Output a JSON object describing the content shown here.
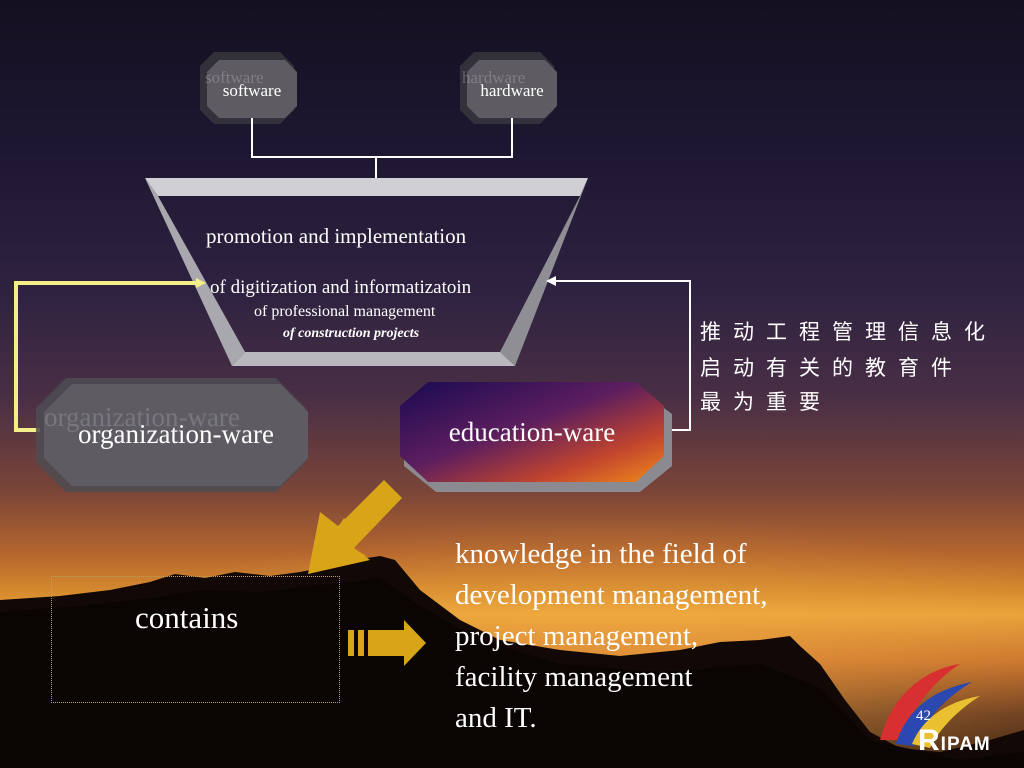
{
  "diagram": {
    "top_boxes": {
      "software_label": "software",
      "hardware_label": "hardware",
      "software_ghost": "software",
      "hardware_ghost": "hardware"
    },
    "funnel": {
      "line1": "promotion and implementation",
      "line2": "of digitization and informatizatoin",
      "line3": "of professional management",
      "line4": "of construction projects"
    },
    "organization_ware": {
      "label": "organization-ware",
      "ghost": "organization-ware"
    },
    "education_ware": {
      "label": "education-ware"
    },
    "chinese_lines": [
      "推动工程管理信息化",
      "启动有关的教育件",
      "最为重要"
    ],
    "contains_label": "contains",
    "knowledge_lines": [
      "knowledge in the field of",
      "development management,",
      "project management,",
      "facility management",
      "and IT."
    ]
  },
  "footer": {
    "page_number": "42",
    "logo_text_initial": "R",
    "logo_text_rest": "IPAM"
  },
  "colors": {
    "octagon_gray": "#5e5c62",
    "funnel_frame": "#b4b4b8",
    "education_gradient": [
      "#1a0a52",
      "#5c1e5e",
      "#c0442e",
      "#f08a1a"
    ],
    "yellow_connector": "#f5ef8a",
    "gold_arrow": "#d8a418",
    "logo_red": "#d83030",
    "logo_blue": "#2a48b0"
  }
}
